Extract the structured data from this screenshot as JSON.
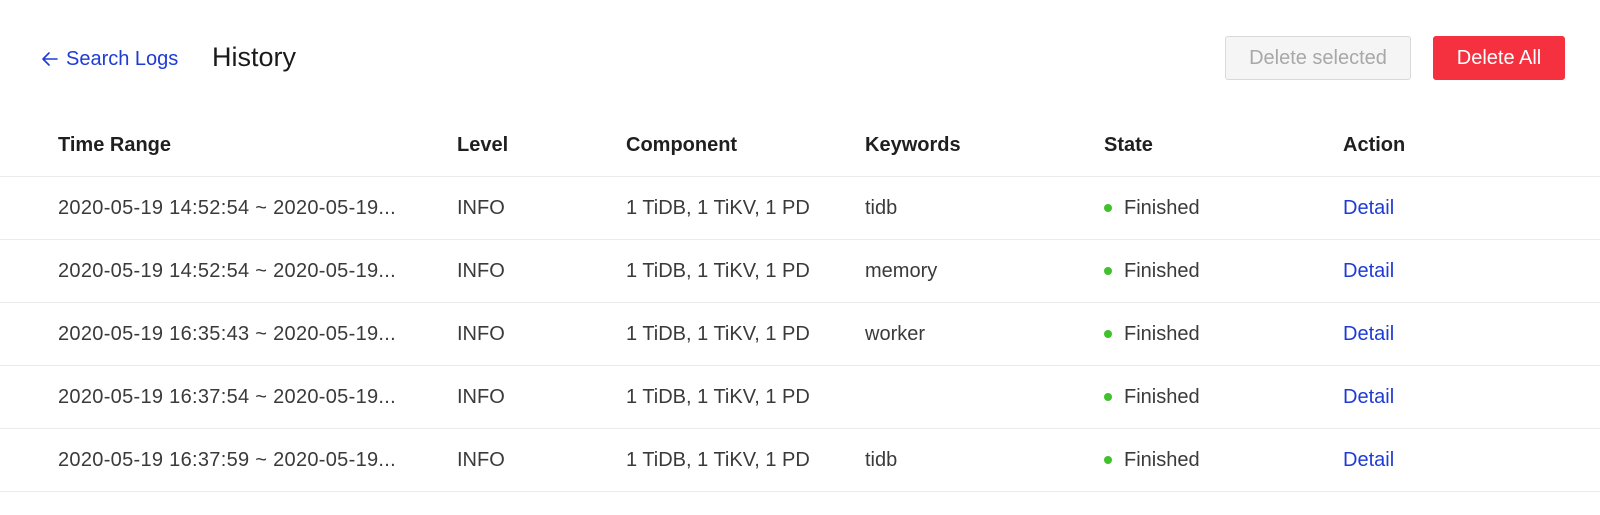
{
  "header": {
    "back_label": "Search Logs",
    "title": "History",
    "delete_selected_label": "Delete selected",
    "delete_all_label": "Delete All"
  },
  "colors": {
    "link": "#1f3bd6",
    "danger": "#f5303f",
    "status_finished": "#3fc22b",
    "disabled_bg": "#f5f5f5"
  },
  "table": {
    "columns": [
      "Time Range",
      "Level",
      "Component",
      "Keywords",
      "State",
      "Action"
    ],
    "rows": [
      {
        "time_range": "2020-05-19 14:52:54 ~ 2020-05-19...",
        "level": "INFO",
        "component": "1 TiDB, 1 TiKV, 1 PD",
        "keywords": "tidb",
        "state": "Finished",
        "action": "Detail"
      },
      {
        "time_range": "2020-05-19 14:52:54 ~ 2020-05-19...",
        "level": "INFO",
        "component": "1 TiDB, 1 TiKV, 1 PD",
        "keywords": "memory",
        "state": "Finished",
        "action": "Detail"
      },
      {
        "time_range": "2020-05-19 16:35:43 ~ 2020-05-19...",
        "level": "INFO",
        "component": "1 TiDB, 1 TiKV, 1 PD",
        "keywords": "worker",
        "state": "Finished",
        "action": "Detail"
      },
      {
        "time_range": "2020-05-19 16:37:54 ~ 2020-05-19...",
        "level": "INFO",
        "component": "1 TiDB, 1 TiKV, 1 PD",
        "keywords": "",
        "state": "Finished",
        "action": "Detail"
      },
      {
        "time_range": "2020-05-19 16:37:59 ~ 2020-05-19...",
        "level": "INFO",
        "component": "1 TiDB, 1 TiKV, 1 PD",
        "keywords": "tidb",
        "state": "Finished",
        "action": "Detail"
      }
    ]
  }
}
